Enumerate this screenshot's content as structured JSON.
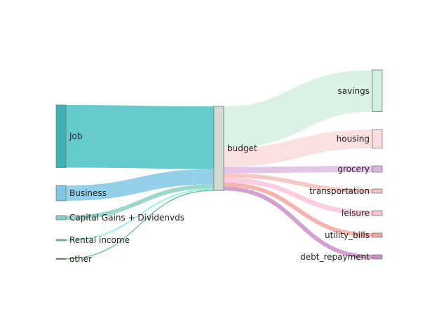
{
  "chart_data": {
    "type": "sankey",
    "nodes": [
      {
        "id": "job",
        "label": "Job",
        "column": 0,
        "color": "#3eb3b5"
      },
      {
        "id": "business",
        "label": "Business",
        "column": 0,
        "color": "#7ec8e3"
      },
      {
        "id": "capgains",
        "label": "Capital Gains + Dividenvds",
        "column": 0,
        "color": "#88cfc4"
      },
      {
        "id": "rental",
        "label": "Rental income",
        "column": 0,
        "color": "#6fcfae"
      },
      {
        "id": "other",
        "label": "other",
        "column": 0,
        "color": "#2e9e5e"
      },
      {
        "id": "budget",
        "label": "budget",
        "column": 1,
        "color": "#d3dbd0"
      },
      {
        "id": "savings",
        "label": "savings",
        "column": 2,
        "color": "#d5efdf"
      },
      {
        "id": "housing",
        "label": "housing",
        "column": 2,
        "color": "#fadcdc"
      },
      {
        "id": "grocery",
        "label": "grocery",
        "column": 2,
        "color": "#dcb6e0"
      },
      {
        "id": "transportation",
        "label": "transportation",
        "column": 2,
        "color": "#f7c2c0"
      },
      {
        "id": "leisure",
        "label": "leisure",
        "column": 2,
        "color": "#fbc6dd"
      },
      {
        "id": "utility_bills",
        "label": "utility_bills",
        "column": 2,
        "color": "#f4a6a0"
      },
      {
        "id": "debt_repayment",
        "label": "debt_repayment",
        "column": 2,
        "color": "#c98fc2"
      }
    ],
    "links": [
      {
        "source": "job",
        "target": "budget",
        "value": 90,
        "color": "#4ec3c4"
      },
      {
        "source": "business",
        "target": "budget",
        "value": 22,
        "color": "#85cbe6"
      },
      {
        "source": "capgains",
        "target": "budget",
        "value": 6,
        "color": "#8dd1c6"
      },
      {
        "source": "rental",
        "target": "budget",
        "value": 2,
        "color": "#8eeedd"
      },
      {
        "source": "other",
        "target": "budget",
        "value": 1,
        "color": "#3cb371"
      },
      {
        "source": "budget",
        "target": "savings",
        "value": 60,
        "color": "#d5efdf"
      },
      {
        "source": "budget",
        "target": "housing",
        "value": 27,
        "color": "#fadcdc"
      },
      {
        "source": "budget",
        "target": "grocery",
        "value": 9,
        "color": "#dfbde4"
      },
      {
        "source": "budget",
        "target": "transportation",
        "value": 6,
        "color": "#f4c0bd"
      },
      {
        "source": "budget",
        "target": "leisure",
        "value": 7,
        "color": "#fbc6dd"
      },
      {
        "source": "budget",
        "target": "utility_bills",
        "value": 6,
        "color": "#f5aaa4"
      },
      {
        "source": "budget",
        "target": "debt_repayment",
        "value": 6,
        "color": "#cc94c6"
      }
    ]
  }
}
